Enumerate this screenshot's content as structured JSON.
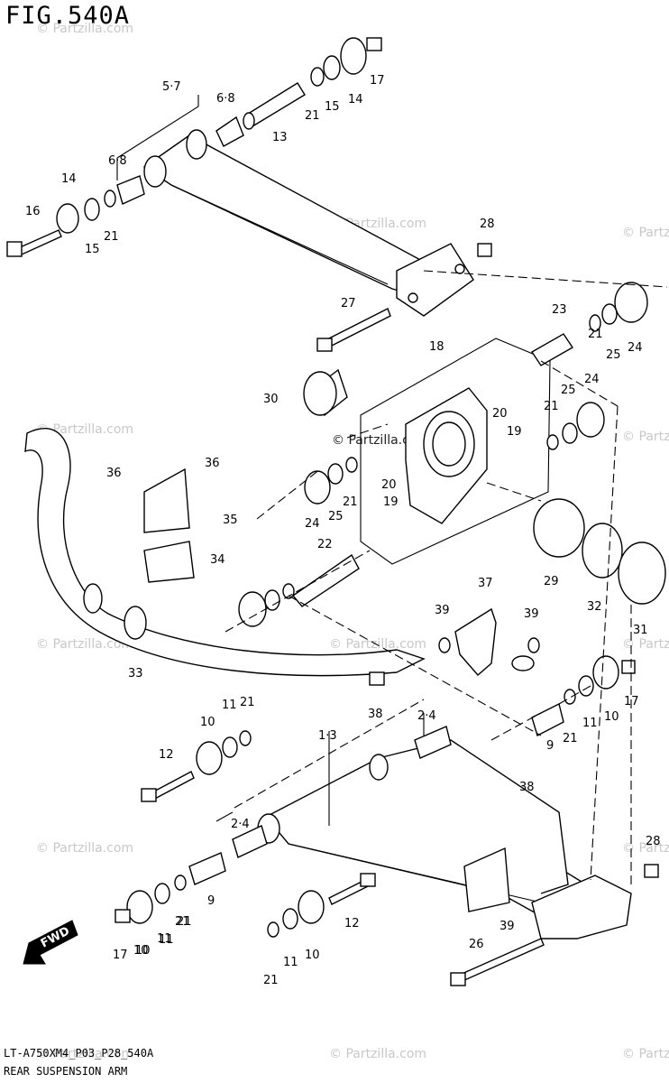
{
  "figure_title": "FIG.540A",
  "footer": {
    "model_code": "LT-A750XM4_P03_P28_540A",
    "section_name": "REAR SUSPENSION ARM"
  },
  "watermark": "© Partzilla.com",
  "fwd_label": "FWD",
  "callouts": [
    "5·7",
    "6·8",
    "6·8",
    "13",
    "21",
    "15",
    "14",
    "17",
    "14",
    "16",
    "15",
    "21",
    "28",
    "27",
    "23",
    "21",
    "25",
    "24",
    "18",
    "30",
    "20",
    "24",
    "25",
    "21",
    "19",
    "20",
    "19",
    "36",
    "36",
    "35",
    "34",
    "24",
    "25",
    "21",
    "22",
    "29",
    "32",
    "31",
    "37",
    "39",
    "39",
    "33",
    "38",
    "10",
    "11",
    "21",
    "12",
    "2·4",
    "1·3",
    "9",
    "21",
    "11",
    "10",
    "17",
    "38",
    "2·4",
    "28",
    "9",
    "21",
    "11",
    "10",
    "12",
    "39",
    "26",
    "17",
    "10",
    "11",
    "21",
    "21",
    "11",
    "10"
  ]
}
